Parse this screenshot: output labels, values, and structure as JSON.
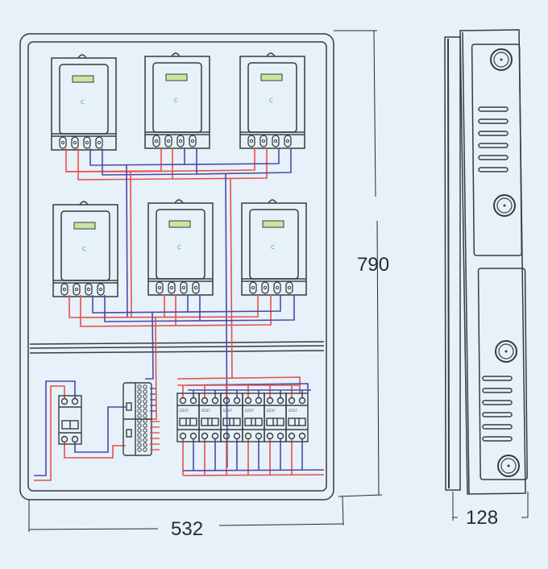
{
  "title": "Six-meter electricity distribution box — front and side view",
  "colors": {
    "background": "#e6f1fa",
    "outline": "#3a3a3a",
    "live_wire": "#e8504a",
    "neutral_wire": "#4a4aa8",
    "meter_display": "#c8e6a0",
    "meter_mark": "#5bb05b"
  },
  "front_view": {
    "meters": [
      {
        "id": "meter-1",
        "mark": "C"
      },
      {
        "id": "meter-2",
        "mark": "C"
      },
      {
        "id": "meter-3",
        "mark": "C"
      },
      {
        "id": "meter-4",
        "mark": "C"
      },
      {
        "id": "meter-5",
        "mark": "C"
      },
      {
        "id": "meter-6",
        "mark": "C"
      }
    ],
    "breakers": [
      {
        "label": "DZ47"
      },
      {
        "label": "DZ47"
      },
      {
        "label": "DZ47"
      },
      {
        "label": "DZ47"
      },
      {
        "label": "DZ47"
      },
      {
        "label": "DZ47"
      }
    ],
    "main_breaker": {
      "label": ""
    },
    "terminal_block": {
      "label": ""
    }
  },
  "dimensions": {
    "width": "532",
    "height": "790",
    "depth": "128"
  }
}
